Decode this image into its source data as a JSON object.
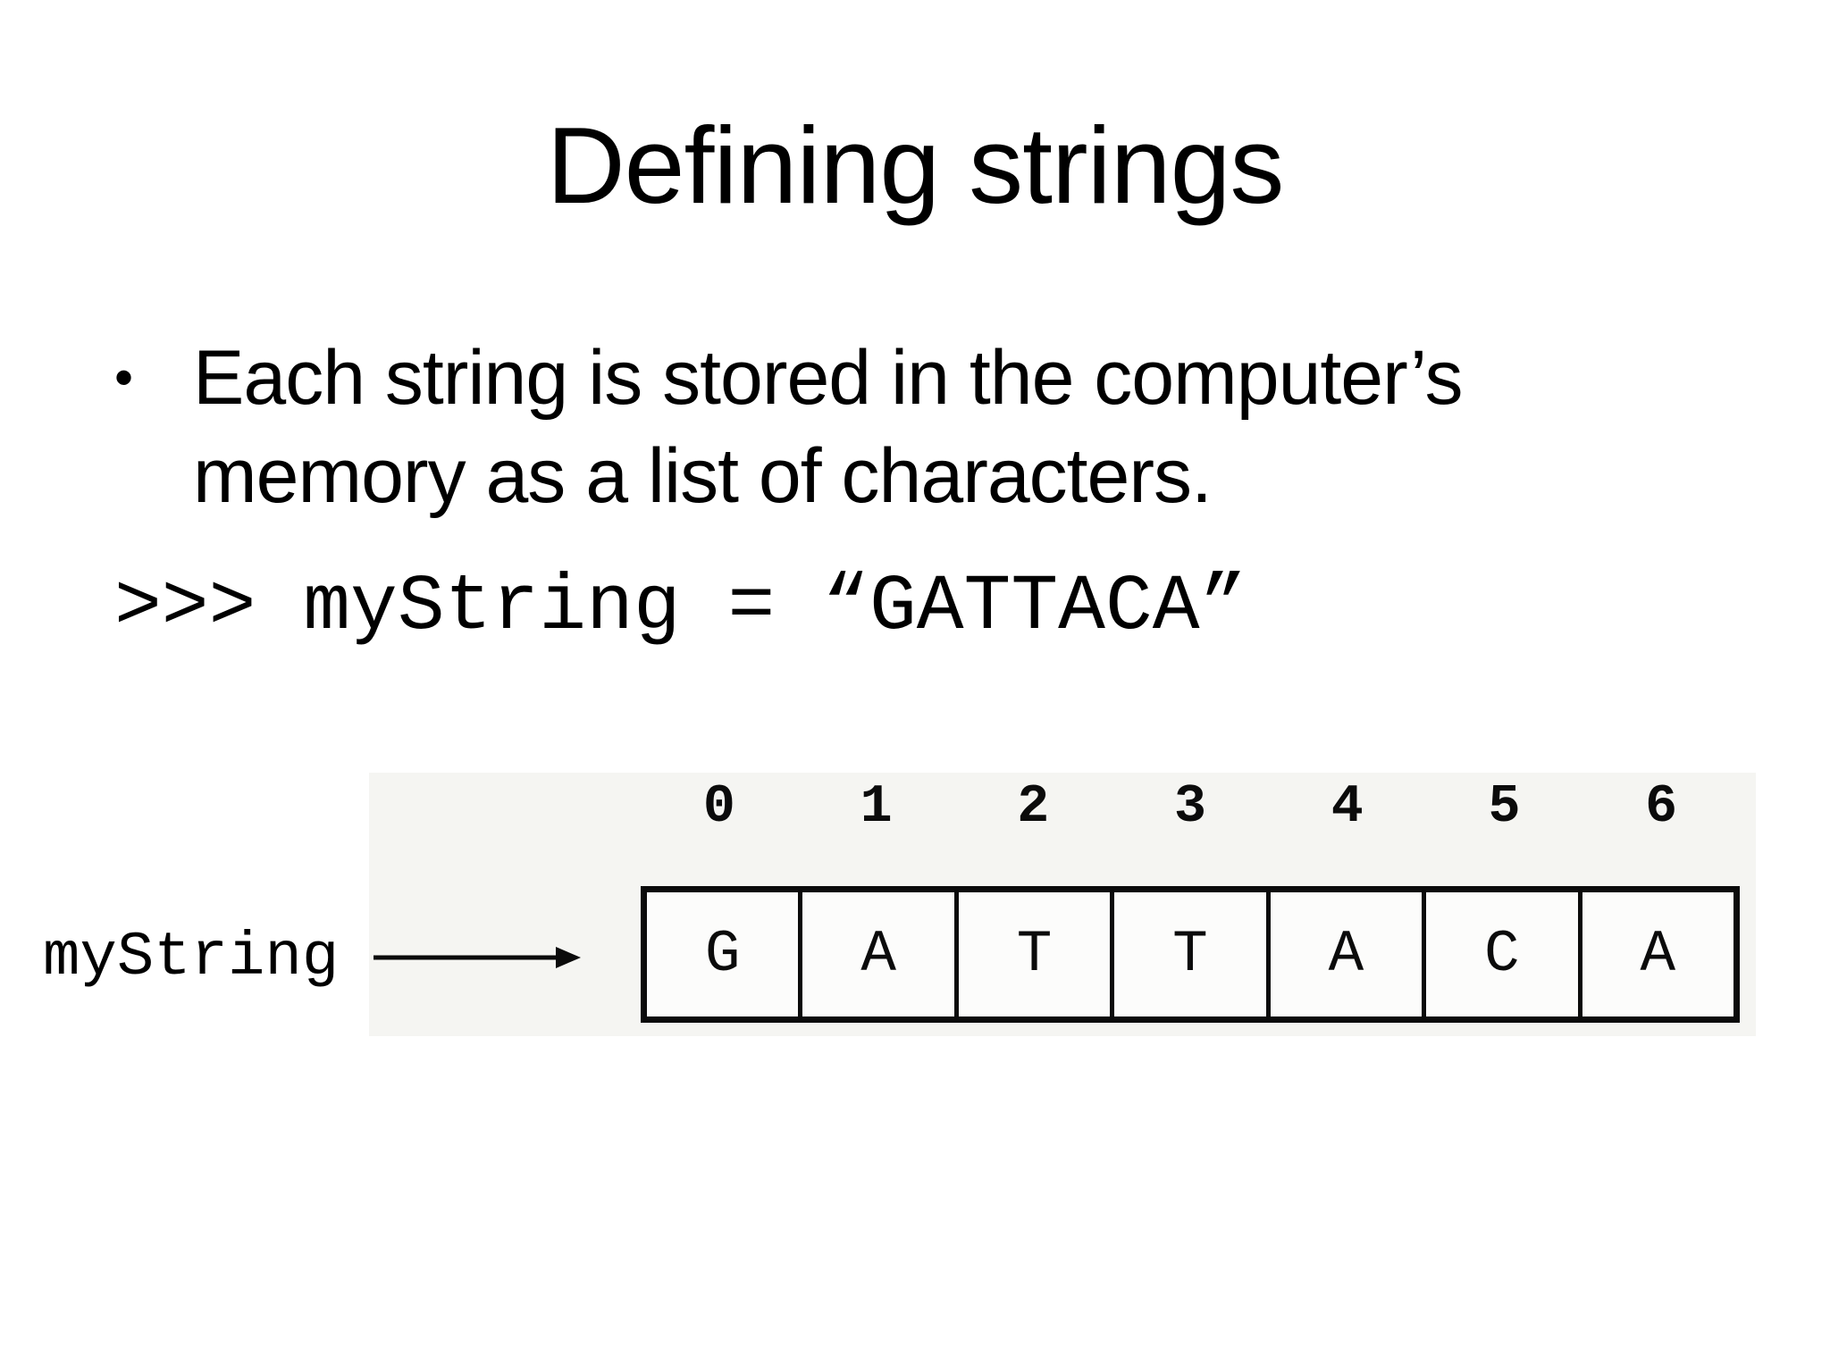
{
  "slide": {
    "title": "Defining strings",
    "bullet": {
      "marker": "•",
      "text": "Each string is stored in the computer’s memory as a list of characters."
    },
    "code": ">>> myString = “GATTACA”",
    "diagram": {
      "label": "myString",
      "arrow": "right-arrow",
      "indices": [
        "0",
        "1",
        "2",
        "3",
        "4",
        "5",
        "6"
      ],
      "cells": [
        "G",
        "A",
        "T",
        "T",
        "A",
        "C",
        "A"
      ],
      "bg_color": "#f5f5f2",
      "line_color": "#0b0b0b"
    }
  }
}
